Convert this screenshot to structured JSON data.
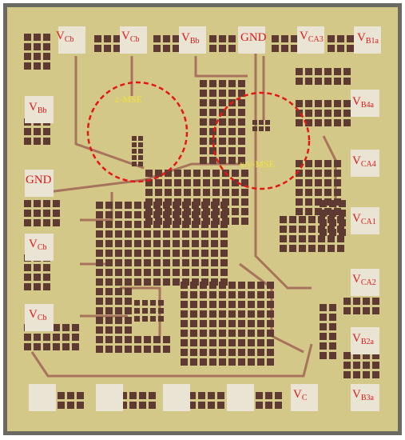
{
  "image": {
    "title": "",
    "colors": {
      "substrate": "#d4c889",
      "die_edge": "#6a6a62",
      "pad": "#e9e4d3",
      "cell": "#5e3a33",
      "metal": "#a8735c",
      "label": "#e01818",
      "mse_label": "#f2e23a",
      "circle": "#e41616"
    }
  },
  "labels": {
    "top_1": {
      "main": "V",
      "sub": "Cb"
    },
    "top_2": {
      "main": "V",
      "sub": "Cb"
    },
    "top_3": {
      "main": "V",
      "sub": "Bb"
    },
    "top_4": {
      "main": "GND",
      "sub": ""
    },
    "top_5": {
      "main": "V",
      "sub": "CA3"
    },
    "top_6": {
      "main": "V",
      "sub": "B1a"
    },
    "left_1": {
      "main": "V",
      "sub": "Bb"
    },
    "left_2": {
      "main": "GND",
      "sub": ""
    },
    "left_3": {
      "main": "V",
      "sub": "Cb"
    },
    "left_4": {
      "main": "V",
      "sub": "Cb"
    },
    "right_1": {
      "main": "V",
      "sub": "B4a"
    },
    "right_2": {
      "main": "V",
      "sub": "CA4"
    },
    "right_3": {
      "main": "V",
      "sub": "CA1"
    },
    "right_4": {
      "main": "V",
      "sub": "CA2"
    },
    "right_5": {
      "main": "V",
      "sub": "B2a"
    },
    "right_6": {
      "main": "V",
      "sub": "B3a"
    },
    "bottom_vc": {
      "main": "V",
      "sub": "C"
    }
  },
  "regions": {
    "z_mse": "z-MSE",
    "xy_mse": "x/y-MSE"
  }
}
